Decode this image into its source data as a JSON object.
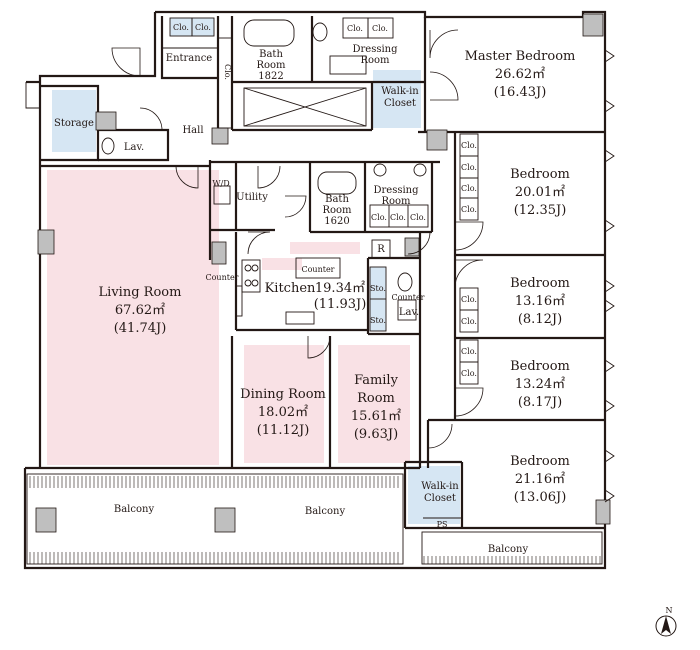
{
  "rooms": {
    "master_bedroom": {
      "name": "Master Bedroom",
      "area_m2": "26.62㎡",
      "area_j": "(16.43J)"
    },
    "bedroom_2": {
      "name": "Bedroom",
      "area_m2": "20.01㎡",
      "area_j": "(12.35J)"
    },
    "bedroom_3": {
      "name": "Bedroom",
      "area_m2": "13.16㎡",
      "area_j": "(8.12J)"
    },
    "bedroom_4": {
      "name": "Bedroom",
      "area_m2": "13.24㎡",
      "area_j": "(8.17J)"
    },
    "bedroom_5": {
      "name": "Bedroom",
      "area_m2": "21.16㎡",
      "area_j": "(13.06J)"
    },
    "living_room": {
      "name": "Living Room",
      "area_m2": "67.62㎡",
      "area_j": "(41.74J)"
    },
    "dining_room": {
      "name": "Dining Room",
      "area_m2": "18.02㎡",
      "area_j": "(11.12J)"
    },
    "family_room": {
      "line1": "Family",
      "line2": "Room",
      "area_m2": "15.61㎡",
      "area_j": "(9.63J)"
    },
    "kitchen": {
      "name": "Kitchen",
      "area_m2": "19.34㎡",
      "area_j": "(11.93J)"
    },
    "bath_1": {
      "line1": "Bath",
      "line2": "Room",
      "code": "1822"
    },
    "bath_2": {
      "line1": "Bath",
      "line2": "Room",
      "code": "1620"
    },
    "dressing_1": {
      "line1": "Dressing",
      "line2": "Room"
    },
    "dressing_2": {
      "line1": "Dressing",
      "line2": "Room"
    },
    "walkin_1": {
      "line1": "Walk-in",
      "line2": "Closet"
    },
    "walkin_2": {
      "line1": "Walk-in",
      "line2": "Closet"
    }
  },
  "labels": {
    "storage": "Storage",
    "entrance": "Entrance",
    "hall": "Hall",
    "lav_1": "Lav.",
    "lav_2": "Lav.",
    "utility": "Utility",
    "wd": "W/D",
    "counter_kitchen": "Counter",
    "counter_left": "Counter",
    "counter_right": "Counter",
    "refrigerator": "R",
    "ps": "PS",
    "balcony_1": "Balcony",
    "balcony_2": "Balcony",
    "balcony_3": "Balcony",
    "closet": "Clo.",
    "storage_short": "Sto.",
    "north": "N"
  }
}
